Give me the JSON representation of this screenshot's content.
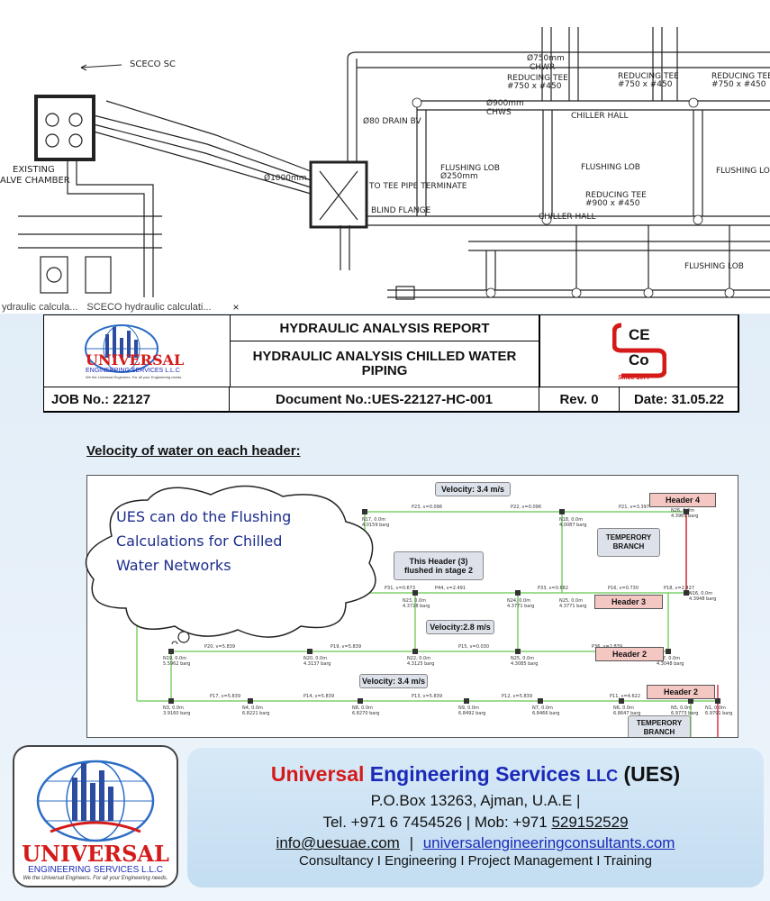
{
  "drawing": {
    "labels": {
      "sceco": "SCECO SC",
      "existing": "EXISTING",
      "valve_chamber": "ALVE CHAMBER",
      "chiller_hall_1": "CHILLER HALL",
      "chiller_hall_2": "CHILLER HALL",
      "reducing_tee_1": "REDUCING TEE",
      "reducing_tee_1_size": "#750 x #450",
      "reducing_tee_2": "REDUCING TEE",
      "reducing_tee_2_size": "#900 x #450",
      "reducing_tee_3": "REDUCING TEE",
      "reducing_tee_3_size": "#750 x #450",
      "reducing_tee_4": "REDUCING TEE",
      "reducing_tee_4_size": "#750 x #450",
      "flushing_lob_1": "FLUSHING LOB",
      "flushing_lob_2": "FLUSHING LOB",
      "flushing_lob_3": "FLUSHING LOB",
      "flushing_lob_4": "FLUSHING LOB",
      "flushing_size": "Ø250mm",
      "pipe_1000": "Ø1000mm",
      "pipe_900": "Ø900mm",
      "pipe_750": "Ø750mm",
      "chws": "CHWS",
      "chwr": "CHWR",
      "blind_flange": "BLIND FLANGE",
      "drain": "Ø80 DRAIN BV",
      "tee": "TO TEE PIPE TERMINATE"
    },
    "tabs": [
      {
        "label": "ydraulic calcula..."
      },
      {
        "label": "SCECO hydraulic calculati..."
      }
    ],
    "tab_close": "×"
  },
  "report": {
    "title": "HYDRAULIC ANALYSIS REPORT",
    "subtitle": "HYDRAULIC ANALYSIS CHILLED WATER PIPING",
    "job": "JOB No.: 22127",
    "document": "Document No.:UES-22127-HC-001",
    "rev": "Rev. 0",
    "date": "Date: 31.05.22",
    "logo_name": "UNIVERSAL",
    "logo_sub": "ENGINEERING SERVICES",
    "logo_llc": "L.L.C",
    "logo_tagline": "We the Universal Engineers. For all your Engineering needs.",
    "ceco_top": "CE",
    "ceco_bottom": "Co",
    "ceco_since": "Since 1977"
  },
  "section_heading": "Velocity of water on each header:",
  "cloud_lines": [
    "UES can do the  Flushing",
    "Calculations  for Chilled",
    "Water Networks"
  ],
  "network": {
    "velocity_1": "Velocity: 3.4 m/s",
    "velocity_2": "Velocity:2.8 m/s",
    "velocity_3": "Velocity: 3.4 m/s",
    "header_note": "This Header (3) flushed in stage 2",
    "header_4": "Header 4",
    "header_3": "Header 3",
    "header_2a": "Header 2",
    "header_2b": "Header 2",
    "branch_1": "TEMPERORY BRANCH",
    "branch_2": "TEMPERORY BRANCH",
    "pipe_labels": {
      "p23": "P23, v=0.096",
      "p22": "P22, v=0.096",
      "p21": "P21, v=3.397",
      "p31": "P31, v=0.673",
      "p44": "P44, v=2.491",
      "p33": "P33, v=0.682",
      "p16": "P16, v=0.730",
      "p18": "P18, v=2.427",
      "p20": "P20, v=5.839",
      "p19": "P19, v=5.839",
      "p15": "P15, v=0.030",
      "p36": "P36, v=2.839",
      "p17": "P17, v=5.839",
      "p14": "P14, v=5.839",
      "p13": "P13, v=5.839",
      "p12": "P12, v=5.839",
      "p11": "P11, v=4.622"
    },
    "node_labels": {
      "n1": "N17, 0.0m",
      "n1p": "4.0159 barg",
      "n2": "N18, 0.0m",
      "n2p": "4.0087 barg",
      "n3": "N26, 0.0m",
      "n3p": "4.3961 barg",
      "n4": "N23, 0.0m",
      "n4p": "4.3728 barg",
      "n5": "N24, 0.0m",
      "n5p": "4.3771 barg",
      "n6": "N25, 0.0m",
      "n6p": "4.3771 barg",
      "n7": "N16, 0.0m",
      "n7p": "4.3948 barg",
      "n8": "N19, 0.0m",
      "n8p": "5.5962 barg",
      "n9": "N20, 0.0m",
      "n9p": "4.3137 barg",
      "n10": "N22, 0.0m",
      "n10p": "4.3125 barg",
      "n11": "N25, 0.0m",
      "n11p": "4.3085 barg",
      "n12": "N27, 0.0m",
      "n12p": "4.3048 barg",
      "n13": "N3, 0.0m",
      "n13p": "3.9160 barg",
      "n14": "N4, 0.0m",
      "n14p": "6.8221 barg",
      "n15": "N8, 0.0m",
      "n15p": "6.8270 barg",
      "n16": "N9, 0.0m",
      "n16p": "6.8492 barg",
      "n17": "N7, 0.0m",
      "n17p": "6.8466 barg",
      "n18": "N6, 0.0m",
      "n18p": "6.8647 barg",
      "n19": "N5, 0.0m",
      "n19p": "6.9773 barg",
      "n20": "N1, 0.0m",
      "n20p": "6.9791 barg"
    }
  },
  "footer": {
    "company_first": "Universal",
    "company_rest": "Engineering Services",
    "company_llc": "LLC",
    "company_abbr": "(UES)",
    "address": "P.O.Box 13263, Ajman, U.A.E |",
    "tel": "Tel. +971 6 7454526 | Mob: +971",
    "mobile": "529152529",
    "email": "info@uesuae.com",
    "separator": "|",
    "website": "universalengineeringconsultants.com",
    "services": "Consultancy I Engineering I Project Management I Training",
    "logo_name": "UNIVERSAL",
    "logo_sub": "ENGINEERING SERVICES",
    "logo_llc": "L.L.C",
    "logo_tagline": "We the Universal Engineers. For all your Engineering needs."
  },
  "colors": {
    "brand_red": "#d51a1a",
    "brand_blue": "#1a2ab8",
    "pipe_green": "#7fd06a",
    "pipe_red": "#e0304a",
    "cloud_text": "#1c2c8c"
  }
}
